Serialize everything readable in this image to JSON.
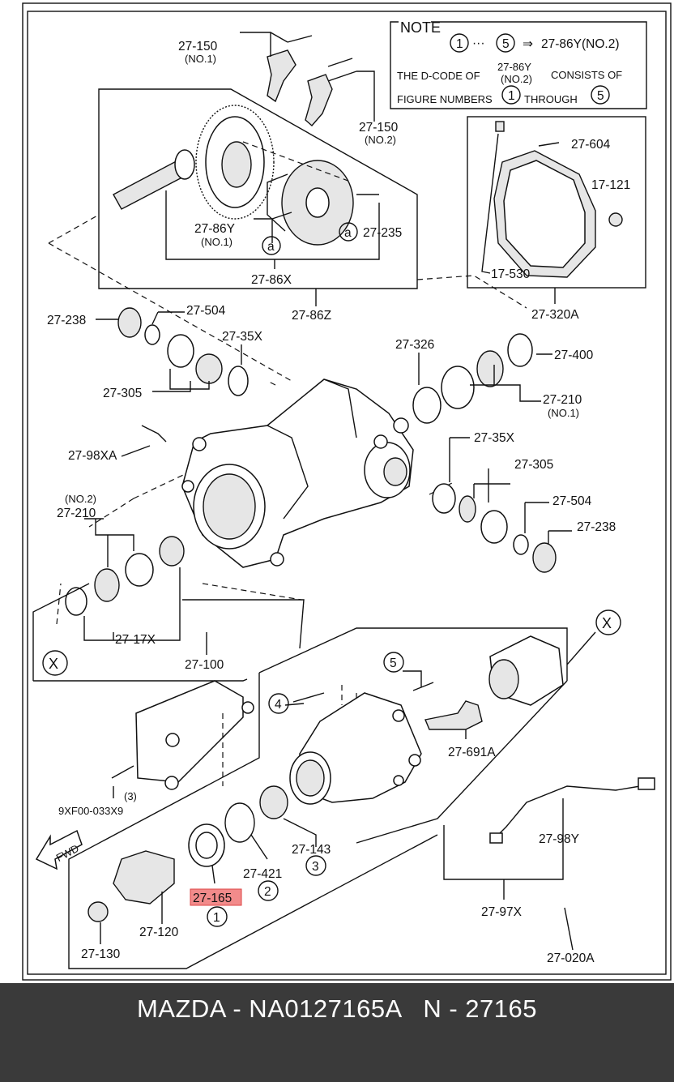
{
  "note": {
    "title": "NOTE",
    "line1_mark_start": "1",
    "line1_ellipsis": "···",
    "line1_mark_end": "5",
    "line1_arrow": "⇒",
    "line1_code": "27-86Y(NO.2)",
    "line2_prefix": "THE D-CODE OF",
    "line2_code": "27-86Y",
    "line2_code_sub": "(NO.2)",
    "line2_suffix": "CONSISTS OF",
    "line3_prefix": "FIGURE NUMBERS",
    "line3_mark_start": "1",
    "line3_through": "THROUGH",
    "line3_mark_end": "5"
  },
  "labels": {
    "l_27_150_no1": "27-150",
    "l_27_150_no1_sub": "(NO.1)",
    "l_27_150_no2": "27-150",
    "l_27_150_no2_sub": "(NO.2)",
    "l_27_86y_no1": "27-86Y",
    "l_27_86y_no1_sub": "(NO.1)",
    "l_27_235": "27-235",
    "l_27_86x": "27-86X",
    "l_27_86z": "27-86Z",
    "l_27_604": "27-604",
    "l_17_121": "17-121",
    "l_17_530": "17-530",
    "l_27_320a": "27-320A",
    "l_27_238_top": "27-238",
    "l_27_504_top": "27-504",
    "l_27_35x_top": "27-35X",
    "l_27_305_top": "27-305",
    "l_27_326": "27-326",
    "l_27_400": "27-400",
    "l_27_210_no1": "27-210",
    "l_27_210_no1_sub": "(NO.1)",
    "l_27_98xa": "27-98XA",
    "l_27_35x_r": "27-35X",
    "l_27_305_r": "27-305",
    "l_27_504_r": "27-504",
    "l_27_238_r": "27-238",
    "l_27_210_no2_sub": "(NO.2)",
    "l_27_210_no2": "27-210",
    "l_27_17x": "27-17X",
    "l_27_100": "27-100",
    "l_27_691a": "27-691A",
    "l_9xf00": "9XF00-033X9",
    "l_9xf00_qty": "(3)",
    "l_27_143": "27-143",
    "l_27_421": "27-421",
    "l_27_165": "27-165",
    "l_27_120": "27-120",
    "l_27_130": "27-130",
    "l_27_98y": "27-98Y",
    "l_27_97x": "27-97X",
    "l_27_020a": "27-020A",
    "fwd": "FWD",
    "marker_x": "X",
    "mark_a": "a",
    "circ_1": "1",
    "circ_2": "2",
    "circ_3": "3",
    "circ_4": "4",
    "circ_5": "5"
  },
  "highlight_color": "#f28b8b",
  "footer": {
    "caption": "MAZDA - NA0127165A   N - 27165"
  }
}
